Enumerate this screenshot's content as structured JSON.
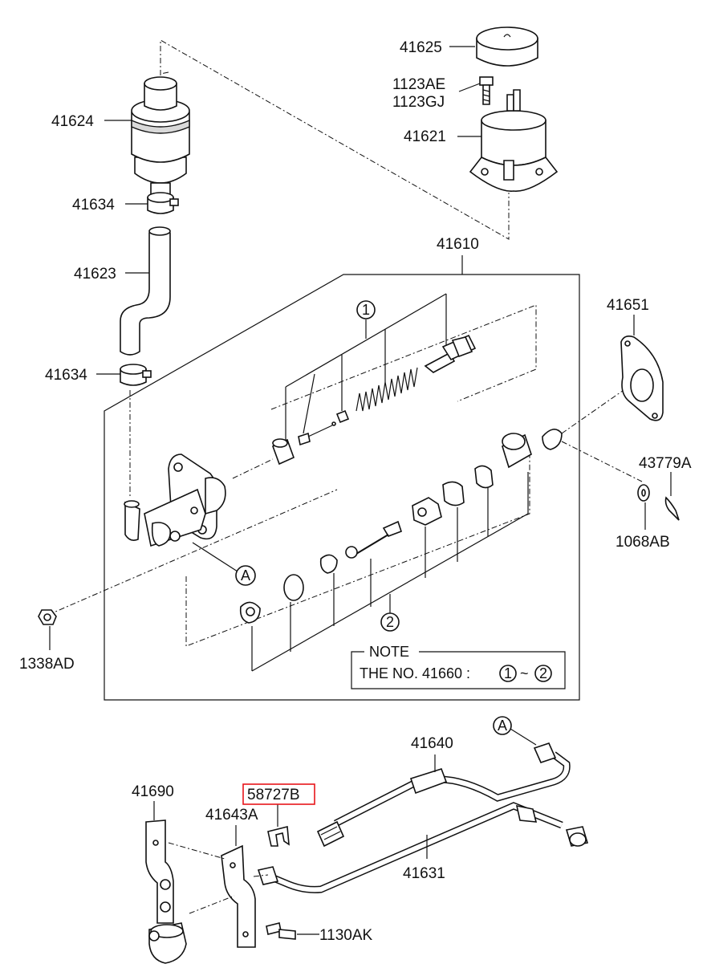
{
  "labels": {
    "l41625": "41625",
    "l1123ae": "1123AE",
    "l1123gj": "1123GJ",
    "l41621": "41621",
    "l41624": "41624",
    "l41634a": "41634",
    "l41623": "41623",
    "l41634b": "41634",
    "l41610": "41610",
    "l41651": "41651",
    "l43779a": "43779A",
    "l1068ab": "1068AB",
    "l1338ad": "1338AD",
    "l41640": "41640",
    "l41690": "41690",
    "l41643a": "41643A",
    "l58727b": "58727B",
    "l41631": "41631",
    "l1130ak": "1130AK"
  },
  "markers": {
    "one": "1",
    "two": "2",
    "a_top": "A",
    "a_bottom": "A"
  },
  "note": {
    "title": "NOTE",
    "text": "THE NO. 41660 :",
    "range_start": "1",
    "tilde": "~",
    "range_end": "2"
  },
  "colors": {
    "highlight": "#e8161b",
    "line": "#111111"
  }
}
